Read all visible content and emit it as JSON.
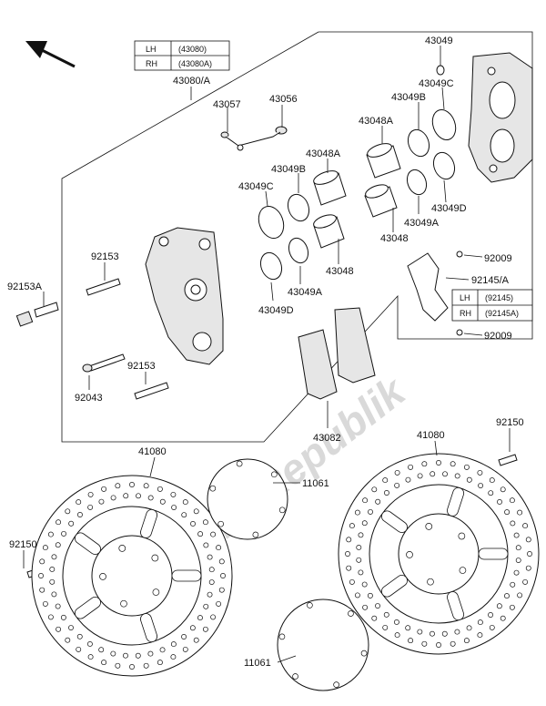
{
  "watermark": "PartsRepublik",
  "tables": {
    "caliper": {
      "rows": [
        {
          "side": "LH",
          "part": "(43080)"
        },
        {
          "side": "RH",
          "part": "(43080A)"
        }
      ]
    },
    "bracket": {
      "rows": [
        {
          "side": "LH",
          "part": "(92145)"
        },
        {
          "side": "RH",
          "part": "(92145A)"
        }
      ]
    }
  },
  "labels": {
    "p43080a": "43080/A",
    "p43057": "43057",
    "p43056": "43056",
    "p43049_top": "43049",
    "p43049c_right": "43049C",
    "p43049b_right": "43049B",
    "p43048a_right": "43048A",
    "p43049d_right": "43049D",
    "p43049a_right": "43049A",
    "p43048_right": "43048",
    "p92009_top": "92009",
    "p92145a": "92145/A",
    "p92009_bottom": "92009",
    "p43048a_left": "43048A",
    "p43049b_left": "43049B",
    "p43049c_left": "43049C",
    "p92153_top": "92153",
    "p92153a": "92153A",
    "p43048_left": "43048",
    "p43049a_left": "43049A",
    "p43049d_left": "43049D",
    "p92043": "92043",
    "p92153_bottom": "92153",
    "p43082": "43082",
    "p41080_left": "41080",
    "p41080_right": "41080",
    "p92150_right": "92150",
    "p11061_top": "11061",
    "p92150_left": "92150",
    "p11061_bottom": "11061"
  }
}
